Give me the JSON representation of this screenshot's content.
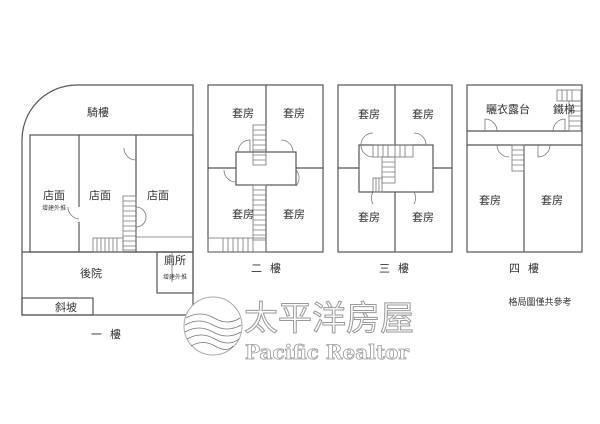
{
  "floor1": {
    "title": "一樓",
    "arcade": "騎樓",
    "shops": [
      "店面",
      "店面",
      "店面"
    ],
    "extension_note": "增建外推",
    "backyard": "後院",
    "toilet": "廁所",
    "toilet_note": "增建外推",
    "ramp": "斜坡"
  },
  "floor2": {
    "title": "二樓",
    "rooms": [
      "套房",
      "套房",
      "套房",
      "套房"
    ]
  },
  "floor3": {
    "title": "三樓",
    "rooms": [
      "套房",
      "套房",
      "套房",
      "套房"
    ]
  },
  "floor4": {
    "title": "四樓",
    "balcony": "曬衣露台",
    "iron_stair": "鐵梯",
    "rooms": [
      "套房",
      "套房"
    ]
  },
  "note": "格局圖僅共參考",
  "logo": {
    "chinese": "太平洋房屋",
    "english": "Pacific Realtor"
  }
}
